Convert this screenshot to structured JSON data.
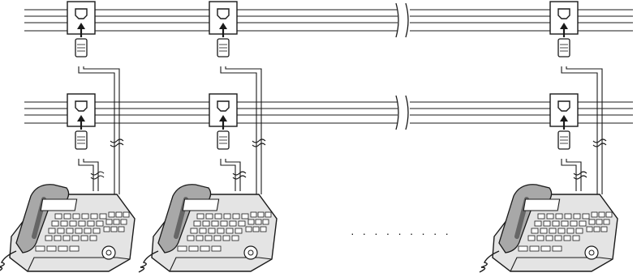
{
  "diagram": {
    "lines": [
      {
        "id": "upper-line",
        "wires": 4
      },
      {
        "id": "lower-line",
        "wires": 4
      }
    ],
    "stations": [
      {
        "id": "station-1",
        "devices": [
          "upper-jack",
          "lower-jack",
          "telephone"
        ]
      },
      {
        "id": "station-2",
        "devices": [
          "upper-jack",
          "lower-jack",
          "telephone"
        ]
      },
      {
        "id": "station-n",
        "devices": [
          "upper-jack",
          "lower-jack",
          "telephone"
        ]
      }
    ],
    "ellipsis": "· · · · · · · · ·",
    "colors": {
      "stroke": "#1a1a1a",
      "phone_body": "#e4e4e4",
      "phone_dark": "#a8a8a8",
      "background": "#ffffff"
    }
  }
}
